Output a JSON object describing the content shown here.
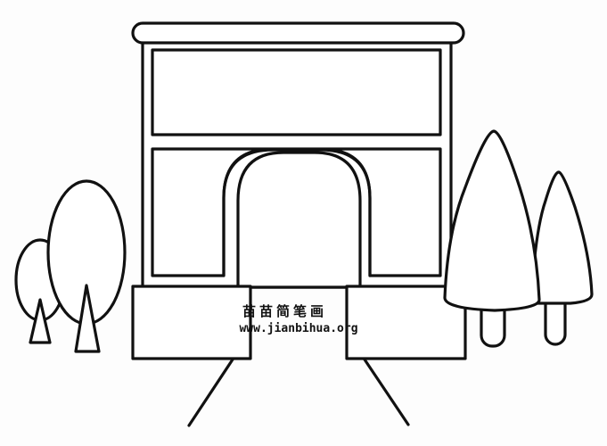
{
  "drawing": {
    "subject": "arch gate with trees",
    "line_color": "#111111",
    "background": "#fdfdfd"
  },
  "watermark": {
    "title": "苗苗简笔画",
    "url": "www.jianbihua.org"
  }
}
